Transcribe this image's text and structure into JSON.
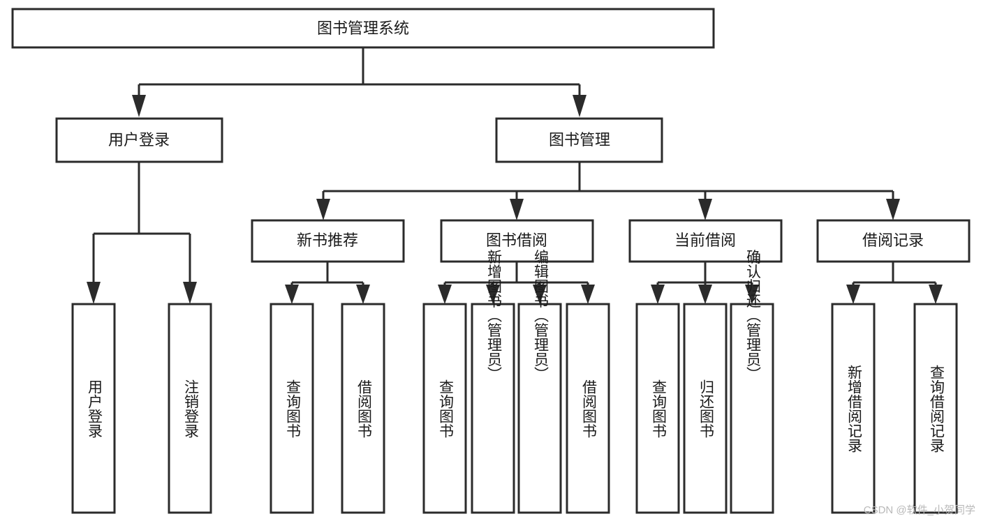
{
  "diagram": {
    "title": "图书管理系统",
    "type": "hierarchy-tree",
    "root": {
      "id": "root",
      "label": "图书管理系统",
      "orientation": "horizontal"
    },
    "level2": [
      {
        "id": "user-login",
        "label": "用户登录",
        "orientation": "horizontal"
      },
      {
        "id": "book-manage",
        "label": "图书管理",
        "orientation": "horizontal"
      }
    ],
    "level3": [
      {
        "id": "new-book-recommend",
        "label": "新书推荐",
        "orientation": "horizontal",
        "parent": "book-manage"
      },
      {
        "id": "book-borrow",
        "label": "图书借阅",
        "orientation": "horizontal",
        "parent": "book-manage"
      },
      {
        "id": "current-borrow",
        "label": "当前借阅",
        "orientation": "horizontal",
        "parent": "book-manage"
      },
      {
        "id": "borrow-record",
        "label": "借阅记录",
        "orientation": "horizontal",
        "parent": "book-manage"
      }
    ],
    "leaves": [
      {
        "id": "leaf-user-login",
        "label": "用户登录",
        "orientation": "vertical",
        "parent": "user-login"
      },
      {
        "id": "leaf-user-logout",
        "label": "注销登录",
        "orientation": "vertical",
        "parent": "user-login"
      },
      {
        "id": "leaf-query-book-1",
        "label": "查询图书",
        "orientation": "vertical",
        "parent": "new-book-recommend"
      },
      {
        "id": "leaf-borrow-book-1",
        "label": "借阅图书",
        "orientation": "vertical",
        "parent": "new-book-recommend"
      },
      {
        "id": "leaf-query-book-2",
        "label": "查询图书",
        "orientation": "vertical",
        "parent": "book-borrow"
      },
      {
        "id": "leaf-add-book",
        "label": "新增图书（管理员）",
        "orientation": "vertical",
        "parent": "book-borrow"
      },
      {
        "id": "leaf-edit-book",
        "label": "编辑图书（管理员）",
        "orientation": "vertical",
        "parent": "book-borrow"
      },
      {
        "id": "leaf-borrow-book-2",
        "label": "借阅图书",
        "orientation": "vertical",
        "parent": "book-borrow"
      },
      {
        "id": "leaf-query-book-3",
        "label": "查询图书",
        "orientation": "vertical",
        "parent": "current-borrow"
      },
      {
        "id": "leaf-return-book",
        "label": "归还图书",
        "orientation": "vertical",
        "parent": "current-borrow"
      },
      {
        "id": "leaf-confirm-return",
        "label": "确认归还（管理员）",
        "orientation": "vertical",
        "parent": "current-borrow"
      },
      {
        "id": "leaf-add-record",
        "label": "新增借阅记录",
        "orientation": "vertical",
        "parent": "borrow-record"
      },
      {
        "id": "leaf-query-record",
        "label": "查询借阅记录",
        "orientation": "vertical",
        "parent": "borrow-record"
      }
    ],
    "watermark": "CSDN @软件_小贺同学",
    "colors": {
      "stroke": "#2b2b2b",
      "fill": "#ffffff",
      "text": "#1a1a1a",
      "watermark": "#b9b9b9"
    }
  }
}
